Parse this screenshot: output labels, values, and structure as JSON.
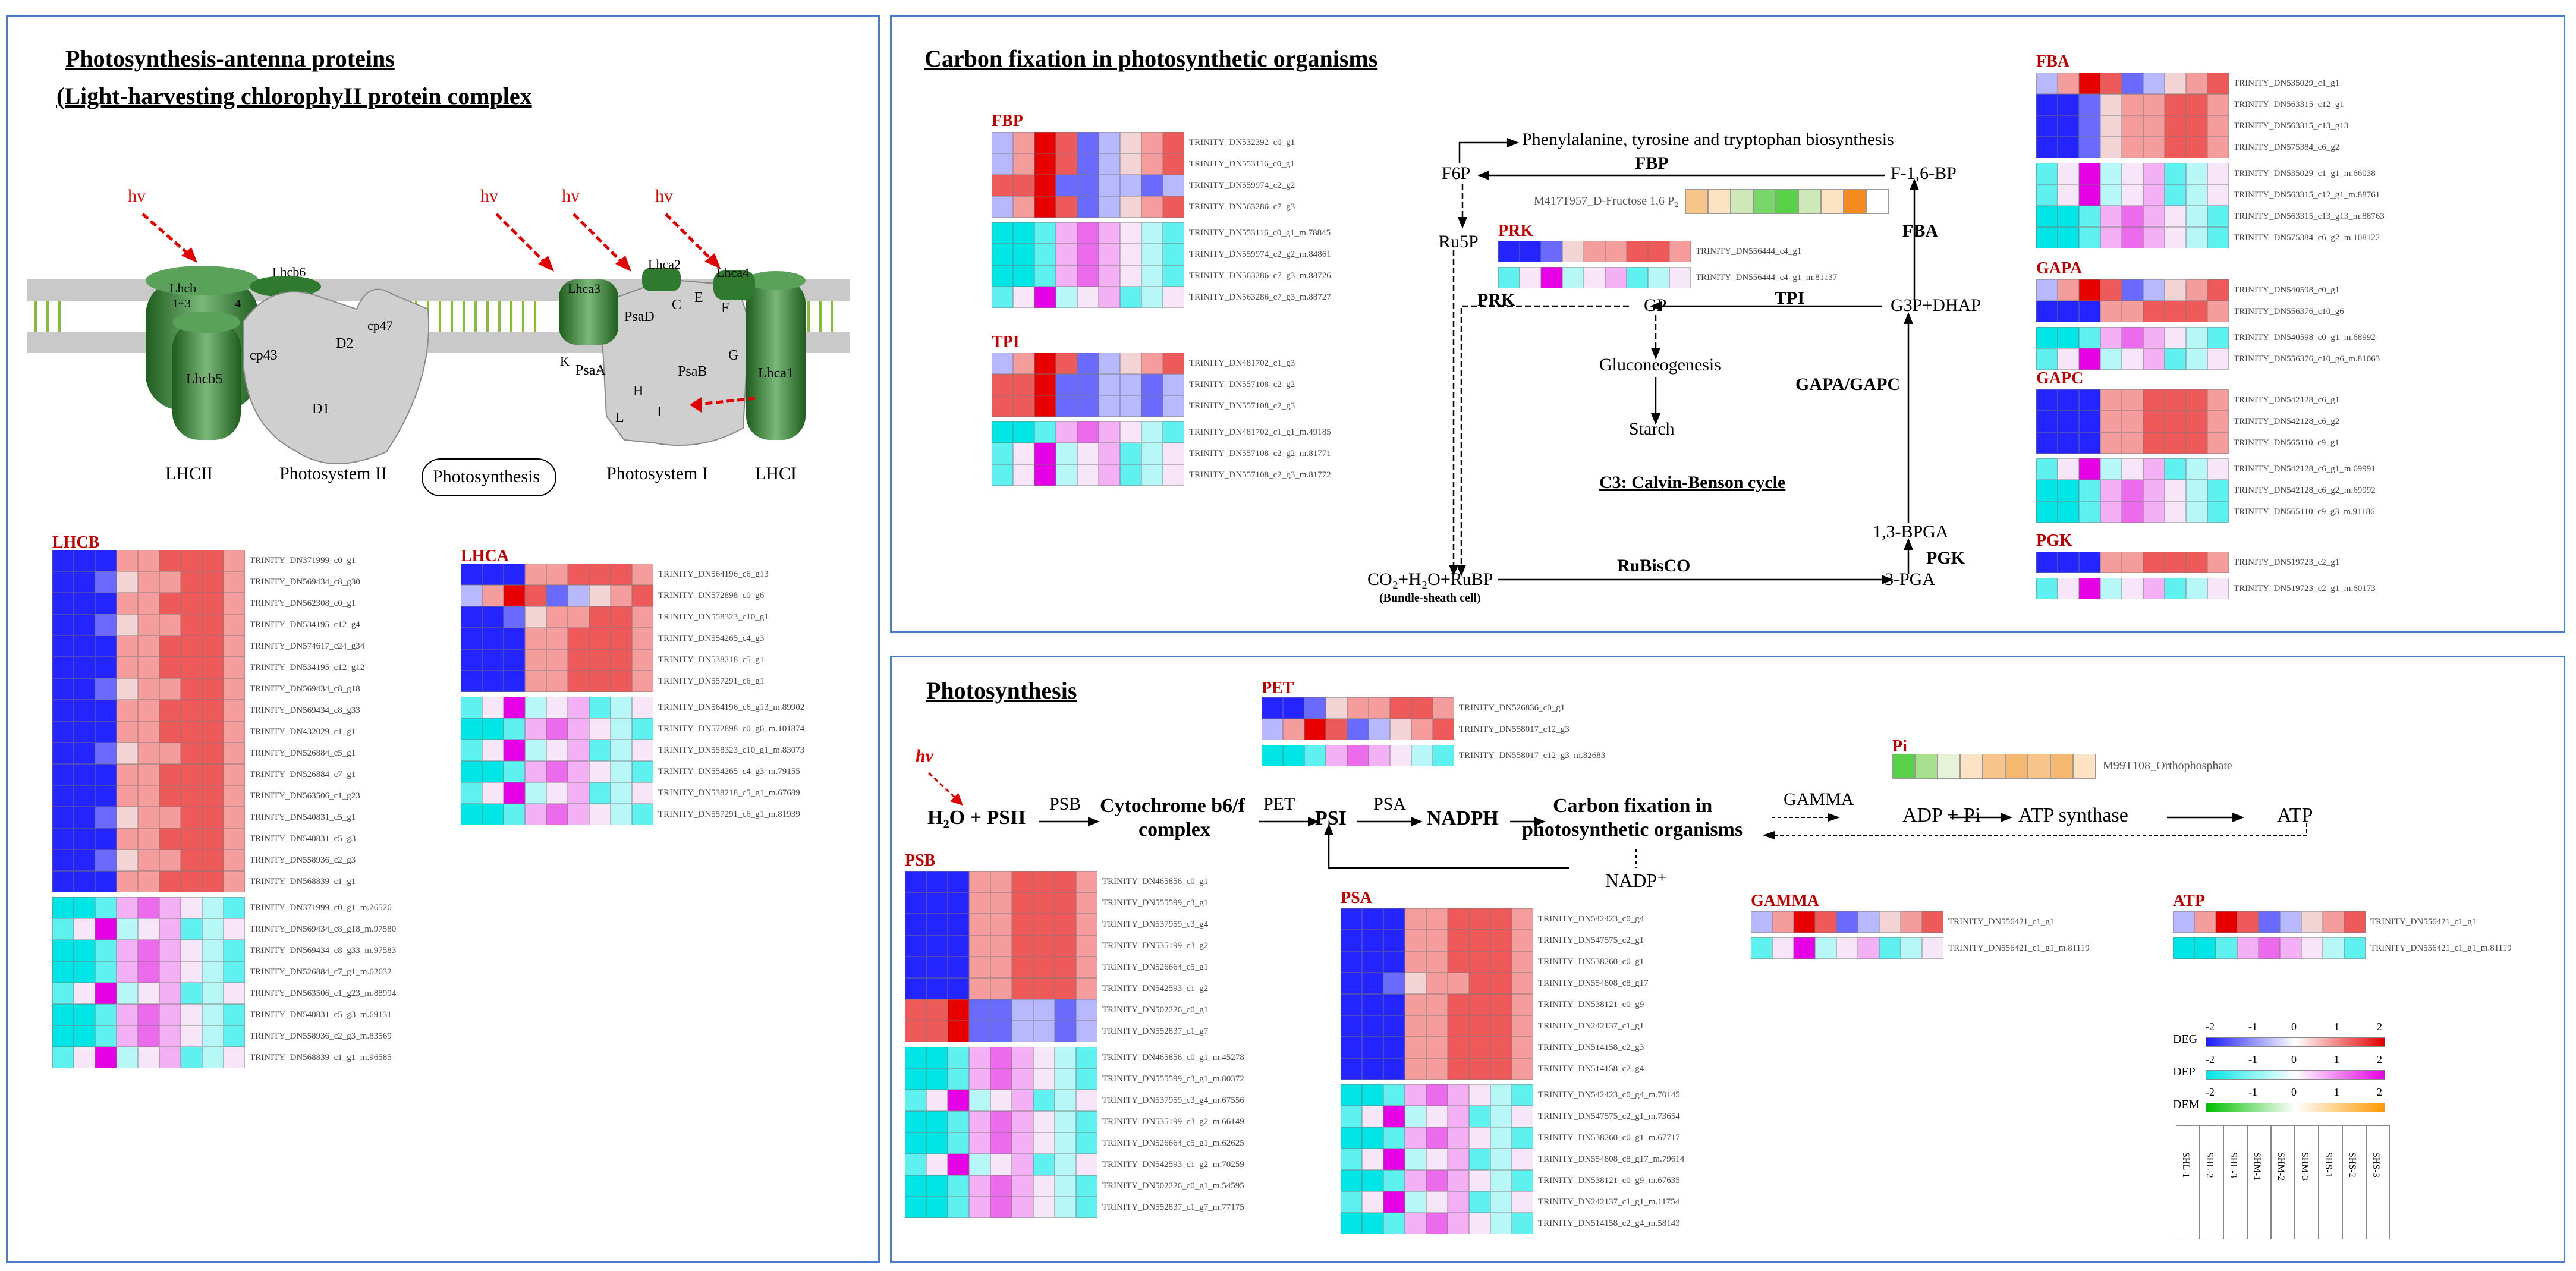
{
  "panels": {
    "antenna": {
      "title1": "Photosynthesis-antenna proteins",
      "title2": "(Light-harvesting chlorophyII protein complex",
      "hv": "hv",
      "labels": {
        "lhcb": "Lhcb",
        "lhcb13": "1~3",
        "lhcb6": "Lhcb6",
        "lhcb4": "4",
        "lhcb5": "Lhcb5",
        "cp43": "cp43",
        "d2": "D2",
        "cp47": "cp47",
        "d1": "D1",
        "lhca3": "Lhca3",
        "lhca2": "Lhca2",
        "lhca4": "Lhca4",
        "psad": "PsaD",
        "c": "C",
        "e": "E",
        "f": "F",
        "k": "K",
        "psaa": "PsaA",
        "psab": "PsaB",
        "h": "H",
        "l": "L",
        "i": "I",
        "g": "G",
        "lhca1": "Lhca1",
        "lhcii": "LHCII",
        "ps2": "Photosystem II",
        "photosynthesis": "Photosynthesis",
        "ps1": "Photosystem I",
        "lhci": "LHCI"
      }
    },
    "carbon": {
      "title": "Carbon fixation in photosynthetic organisms",
      "nodes": {
        "phe": "Phenylalanine, tyrosine and tryptophan biosynthesis",
        "f6p": "F6P",
        "fbp_node": "F-1,6-BP",
        "ru5p": "Ru5P",
        "gp": "GP",
        "g3p": "G3P+DHAP",
        "gluco": "Gluconeogenesis",
        "starch": "Starch",
        "cycle": "C3: Calvin-Benson cycle",
        "bpga": "1,3-BPGA",
        "co2": "CO₂+H₂O+RuBP",
        "bundle": "(Bundle-sheath cell)",
        "pga": "3-PGA"
      },
      "enzymes": {
        "fbp": "FBP",
        "fba": "FBA",
        "prk": "PRK",
        "tpi": "TPI",
        "gapa": "GAPA/GAPC",
        "pgk": "PGK",
        "rubisco": "RuBisCO"
      },
      "metabolite_label": "M417T957_D-Fructose 1,6 P₂"
    },
    "photo": {
      "title": "Photosynthesis",
      "hv": "hv",
      "nodes": {
        "h2o": "H₂O + PSII",
        "cyt1": "Cytochrome b6/f",
        "cyt2": "complex",
        "psi": "PSI",
        "nadph": "NADPH",
        "cf1": "Carbon fixation in",
        "cf2": "photosynthetic organisms",
        "nadp": "NADP⁺",
        "adp": "ADP + Pi",
        "atps": "ATP synthase",
        "atp": "ATP"
      },
      "enzymes": {
        "psb": "PSB",
        "pet": "PET",
        "psa": "PSA",
        "gamma": "GAMMA"
      },
      "pi_label": "M99T108_Orthophosphate"
    }
  },
  "legend": {
    "deg": "DEG",
    "dep": "DEP",
    "dem": "DEM",
    "ticks": [
      "-2",
      "-1",
      "0",
      "1",
      "2"
    ],
    "samples": [
      "SHL-1",
      "SHL-2",
      "SHL-3",
      "SHM-1",
      "SHM-2",
      "SHM-3",
      "SHS-1",
      "SHS-2",
      "SHS-3"
    ]
  },
  "heatmaps": {
    "LHCB": {
      "title": "LHCB",
      "genes": [
        "TRINITY_DN371999_c0_g1",
        "TRINITY_DN569434_c8_g30",
        "TRINITY_DN562308_c0_g1",
        "TRINITY_DN534195_c12_g4",
        "TRINITY_DN574617_c24_g34",
        "TRINITY_DN534195_c12_g12",
        "TRINITY_DN569434_c8_g18",
        "TRINITY_DN569434_c8_g33",
        "TRINITY_DN432029_c1_g1",
        "TRINITY_DN526884_c5_g1",
        "TRINITY_DN526884_c7_g1",
        "TRINITY_DN563506_c1_g23",
        "TRINITY_DN540831_c5_g1",
        "TRINITY_DN540831_c5_g3",
        "TRINITY_DN558936_c2_g3",
        "TRINITY_DN568839_c1_g1"
      ],
      "proteins": [
        "TRINITY_DN371999_c0_g1_m.26526",
        "TRINITY_DN569434_c8_g18_m.97580",
        "TRINITY_DN569434_c8_g33_m.97583",
        "TRINITY_DN526884_c7_g1_m.62632",
        "TRINITY_DN563506_c1_g23_m.88994",
        "TRINITY_DN540831_c5_g3_m.69131",
        "TRINITY_DN558936_c2_g3_m.83569",
        "TRINITY_DN568839_c1_g1_m.96585"
      ]
    },
    "LHCA": {
      "title": "LHCA",
      "genes": [
        "TRINITY_DN564196_c6_g13",
        "TRINITY_DN572898_c0_g6",
        "TRINITY_DN558323_c10_g1",
        "TRINITY_DN554265_c4_g3",
        "TRINITY_DN538218_c5_g1",
        "TRINITY_DN557291_c6_g1"
      ],
      "proteins": [
        "TRINITY_DN564196_c6_g13_m.89902",
        "TRINITY_DN572898_c0_g6_m.101874",
        "TRINITY_DN558323_c10_g1_m.83073",
        "TRINITY_DN554265_c4_g3_m.79155",
        "TRINITY_DN538218_c5_g1_m.67689",
        "TRINITY_DN557291_c6_g1_m.81939"
      ]
    },
    "FBP": {
      "title": "FBP",
      "genes": [
        "TRINITY_DN532392_c0_g1",
        "TRINITY_DN553116_c0_g1",
        "TRINITY_DN559974_c2_g2",
        "TRINITY_DN563286_c7_g3"
      ],
      "proteins": [
        "TRINITY_DN553116_c0_g1_m.78845",
        "TRINITY_DN559974_c2_g2_m.84861",
        "TRINITY_DN563286_c7_g3_m.88726",
        "TRINITY_DN563286_c7_g3_m.88727"
      ]
    },
    "TPI": {
      "title": "TPI",
      "genes": [
        "TRINITY_DN481702_c1_g3",
        "TRINITY_DN557108_c2_g2",
        "TRINITY_DN557108_c2_g3"
      ],
      "proteins": [
        "TRINITY_DN481702_c1_g1_m.49185",
        "TRINITY_DN557108_c2_g2_m.81771",
        "TRINITY_DN557108_c2_g3_m.81772"
      ]
    },
    "PRK": {
      "title": "PRK",
      "genes": [
        "TRINITY_DN556444_c4_g1"
      ],
      "proteins": [
        "TRINITY_DN556444_c4_g1_m.81137"
      ]
    },
    "FBA": {
      "title": "FBA",
      "genes": [
        "TRINITY_DN535029_c1_g1",
        "TRINITY_DN563315_c12_g1",
        "TRINITY_DN563315_c13_g13",
        "TRINITY_DN575384_c6_g2"
      ],
      "proteins": [
        "TRINITY_DN535029_c1_g1_m.66038",
        "TRINITY_DN563315_c12_g1_m.88761",
        "TRINITY_DN563315_c13_g13_m.88763",
        "TRINITY_DN575384_c6_g2_m.108122"
      ]
    },
    "GAPA": {
      "title": "GAPA",
      "genes": [
        "TRINITY_DN540598_c0_g1",
        "TRINITY_DN556376_c10_g6"
      ],
      "proteins": [
        "TRINITY_DN540598_c0_g1_m.68992",
        "TRINITY_DN556376_c10_g6_m.81063"
      ]
    },
    "GAPC": {
      "title": "GAPC",
      "genes": [
        "TRINITY_DN542128_c6_g1",
        "TRINITY_DN542128_c6_g2",
        "TRINITY_DN565110_c9_g1"
      ],
      "proteins": [
        "TRINITY_DN542128_c6_g1_m.69991",
        "TRINITY_DN542128_c6_g2_m.69992",
        "TRINITY_DN565110_c9_g3_m.91186"
      ]
    },
    "PGK": {
      "title": "PGK",
      "genes": [
        "TRINITY_DN519723_c2_g1"
      ],
      "proteins": [
        "TRINITY_DN519723_c2_g1_m.60173"
      ]
    },
    "PET": {
      "title": "PET",
      "genes": [
        "TRINITY_DN526836_c0_g1",
        "TRINITY_DN558017_c12_g3"
      ],
      "proteins": [
        "TRINITY_DN558017_c12_g3_m.82683"
      ]
    },
    "PSB": {
      "title": "PSB",
      "genes": [
        "TRINITY_DN465856_c0_g1",
        "TRINITY_DN555599_c3_g1",
        "TRINITY_DN537959_c3_g4",
        "TRINITY_DN535199_c3_g2",
        "TRINITY_DN526664_c5_g1",
        "TRINITY_DN542593_c1_g2",
        "TRINITY_DN502226_c0_g1",
        "TRINITY_DN552837_c1_g7"
      ],
      "proteins": [
        "TRINITY_DN465856_c0_g1_m.45278",
        "TRINITY_DN555599_c3_g1_m.80372",
        "TRINITY_DN537959_c3_g4_m.67556",
        "TRINITY_DN535199_c3_g2_m.66149",
        "TRINITY_DN526664_c5_g1_m.62625",
        "TRINITY_DN542593_c1_g2_m.70259",
        "TRINITY_DN502226_c0_g1_m.54595",
        "TRINITY_DN552837_c1_g7_m.77175"
      ]
    },
    "PSA": {
      "title": "PSA",
      "genes": [
        "TRINITY_DN542423_c0_g4",
        "TRINITY_DN547575_c2_g1",
        "TRINITY_DN538260_c0_g1",
        "TRINITY_DN554808_c8_g17",
        "TRINITY_DN538121_c0_g9",
        "TRINITY_DN242137_c1_g1",
        "TRINITY_DN514158_c2_g3",
        "TRINITY_DN514158_c2_g4"
      ],
      "proteins": [
        "TRINITY_DN542423_c0_g4_m.70145",
        "TRINITY_DN547575_c2_g1_m.73654",
        "TRINITY_DN538260_c0_g1_m.67717",
        "TRINITY_DN554808_c8_g17_m.79614",
        "TRINITY_DN538121_c0_g9_m.67635",
        "TRINITY_DN242137_c1_g1_m.11754",
        "TRINITY_DN514158_c2_g4_m.58143"
      ]
    },
    "GAMMA": {
      "title": "GAMMA",
      "genes": [
        "TRINITY_DN556421_c1_g1"
      ],
      "proteins": [
        "TRINITY_DN556421_c1_g1_m.81119"
      ]
    },
    "ATP": {
      "title": "ATP",
      "genes": [
        "TRINITY_DN556421_c1_g1"
      ],
      "proteins": [
        "TRINITY_DN556421_c1_g1_m.81119"
      ]
    },
    "Pi": {
      "title": "Pi"
    }
  }
}
